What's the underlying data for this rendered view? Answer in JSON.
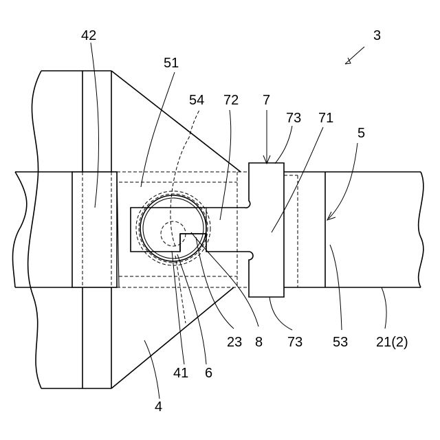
{
  "figure": {
    "labels": {
      "l42": "42",
      "l3": "3",
      "l51": "51",
      "l54": "54",
      "l72": "72",
      "l7": "7",
      "l73_top": "73",
      "l71": "71",
      "l5": "5",
      "l23": "23",
      "l8": "8",
      "l73_bottom": "73",
      "l53": "53",
      "l21": "21(2)",
      "l41": "41",
      "l6": "6",
      "l4": "4"
    }
  }
}
